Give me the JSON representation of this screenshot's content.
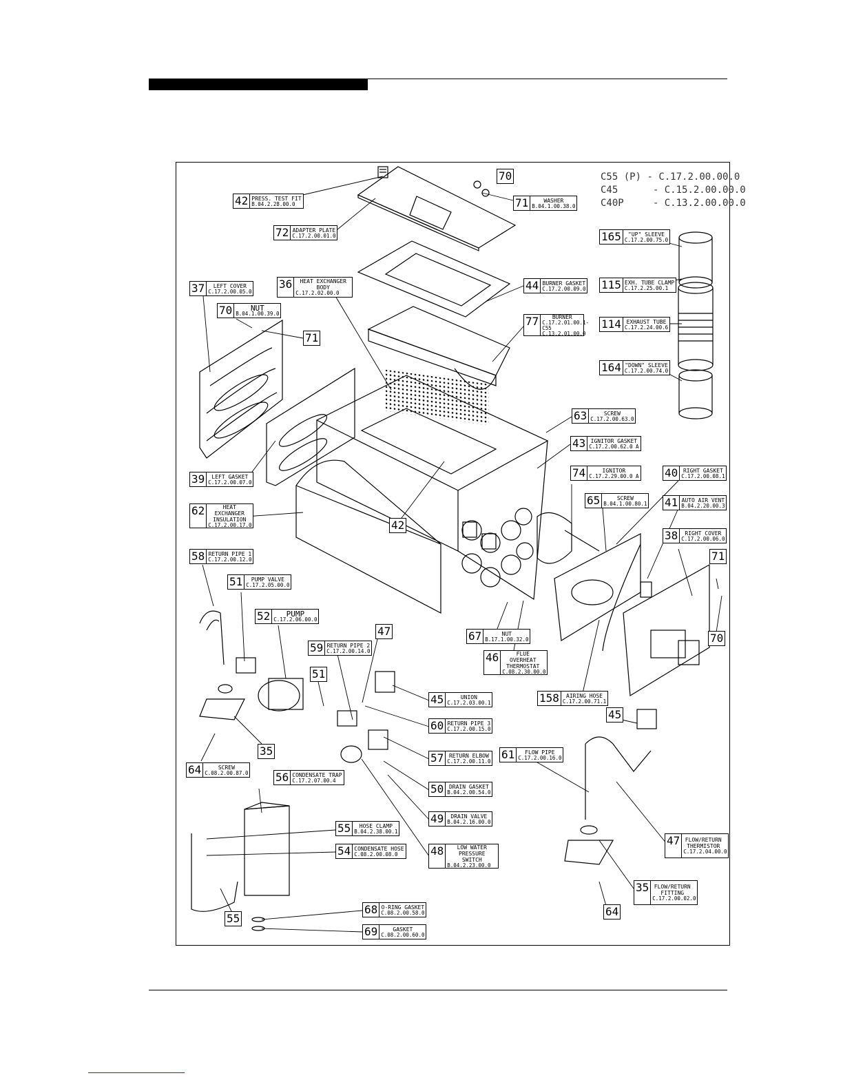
{
  "models": [
    {
      "name": "C55 (P)",
      "code": "C.17.2.00.00.0"
    },
    {
      "name": "C45",
      "code": "C.15.2.00.00.0"
    },
    {
      "name": "C40P",
      "code": "C.13.2.00.00.0"
    }
  ],
  "callouts": [
    {
      "num": "42",
      "name": "PRESS. TEST FIT",
      "code": "B.04.2.28.00.0"
    },
    {
      "num": "72",
      "name": "ADAPTER PLATE",
      "code": "C.17.2.00.01.0"
    },
    {
      "num": "71",
      "name": "WASHER",
      "code": "B.04.1.00.38.0"
    },
    {
      "num": "165",
      "name": "\"UP\" SLEEVE",
      "code": "C.17.2.00.75.0"
    },
    {
      "num": "115",
      "name": "EXH. TUBE CLAMP",
      "code": "C.17.2.25.00.1"
    },
    {
      "num": "114",
      "name": "EXHAUST TUBE",
      "code": "C.17.2.24.00.6"
    },
    {
      "num": "164",
      "name": "\"DOWN\" SLEEVE",
      "code": "C.17.2.00.74.0"
    },
    {
      "num": "37",
      "name": "LEFT COVER",
      "code": "C.17.2.00.05.0"
    },
    {
      "num": "36",
      "name": "HEAT EXCHANGER BODY",
      "code": "C.17.2.02.00.0"
    },
    {
      "num": "44",
      "name": "BURNER GASKET",
      "code": "C.17.2.00.09.0"
    },
    {
      "num": "77",
      "name": "BURNER",
      "code": "C.17.2.01.00.1-C55 C.13.2.01.00.0"
    },
    {
      "num": "70",
      "name": "NUT",
      "code": "B.04.1.00.39.0"
    },
    {
      "num": "63",
      "name": "SCREW",
      "code": "C.17.2.00.63.0"
    },
    {
      "num": "43",
      "name": "IGNITOR GASKET",
      "code": "C.17.2.00.62.0 A"
    },
    {
      "num": "74",
      "name": "IGNITOR",
      "code": "C.17.2.29.00.0 A"
    },
    {
      "num": "40",
      "name": "RIGHT GASKET",
      "code": "C.17.2.00.08.1"
    },
    {
      "num": "65",
      "name": "SCREW",
      "code": "B.04.1.00.80.1"
    },
    {
      "num": "41",
      "name": "AUTO AIR VENT",
      "code": "B.04.2.20.00.3"
    },
    {
      "num": "38",
      "name": "RIGHT COVER",
      "code": "C.17.2.00.06.0"
    },
    {
      "num": "39",
      "name": "LEFT GASKET",
      "code": "C.17.2.00.07.0"
    },
    {
      "num": "62",
      "name": "HEAT EXCHANGER INSULATION",
      "code": "C.17.2.00.17.0"
    },
    {
      "num": "58",
      "name": "RETURN PIPE 1",
      "code": "C.17.2.00.12.0"
    },
    {
      "num": "51",
      "name": "PUMP VALVE",
      "code": "C.17.2.05.00.0"
    },
    {
      "num": "52",
      "name": "PUMP",
      "code": "C.17.2.06.00.0"
    },
    {
      "num": "59",
      "name": "RETURN PIPE 2",
      "code": "C.17.2.00.14.0"
    },
    {
      "num": "67",
      "name": "NUT",
      "code": "B.17.1.00.32.0"
    },
    {
      "num": "46",
      "name": "FLUE OVERHEAT THERMOSTAT",
      "code": "C.08.2.30.00.0"
    },
    {
      "num": "45",
      "name": "UNION",
      "code": "C.17.2.03.00.1"
    },
    {
      "num": "60",
      "name": "RETURN PIPE 3",
      "code": "C.17.2.00.15.0"
    },
    {
      "num": "57",
      "name": "RETURN ELBOW",
      "code": "C.17.2.00.11.0"
    },
    {
      "num": "158",
      "name": "AIRING HOSE",
      "code": "C.17.2.00.71.1"
    },
    {
      "num": "61",
      "name": "FLOW PIPE",
      "code": "C.17.2.00.16.0"
    },
    {
      "num": "50",
      "name": "DRAIN GASKET",
      "code": "B.04.2.00.54.0"
    },
    {
      "num": "49",
      "name": "DRAIN VALVE",
      "code": "B.04.2.16.00.0"
    },
    {
      "num": "64",
      "name": "SCREW",
      "code": "C.08.2.00.87.0"
    },
    {
      "num": "56",
      "name": "CONDENSATE TRAP",
      "code": "C.17.2.07.00.4"
    },
    {
      "num": "55",
      "name": "HOSE CLAMP",
      "code": "B.04.2.38.00.1"
    },
    {
      "num": "54",
      "name": "CONDENSATE HOSE",
      "code": "C.08.2.00.08.0"
    },
    {
      "num": "48",
      "name": "LOW WATER PRESSURE SWITCH",
      "code": "B.04.2.23.00.0"
    },
    {
      "num": "47",
      "name": "FLOW/RETURN THERMISTOR",
      "code": "C.17.2.04.00.0"
    },
    {
      "num": "35",
      "name": "FLOW/RETURN FITTING",
      "code": "C.17.2.00.02.0"
    },
    {
      "num": "68",
      "name": "O-RING GASKET",
      "code": "C.08.2.00.58.0"
    },
    {
      "num": "69",
      "name": "GASKET",
      "code": "C.08.2.00.60.0"
    }
  ],
  "numbers": [
    "70",
    "71",
    "42",
    "71",
    "70",
    "47",
    "51",
    "35",
    "45",
    "55",
    "64"
  ]
}
